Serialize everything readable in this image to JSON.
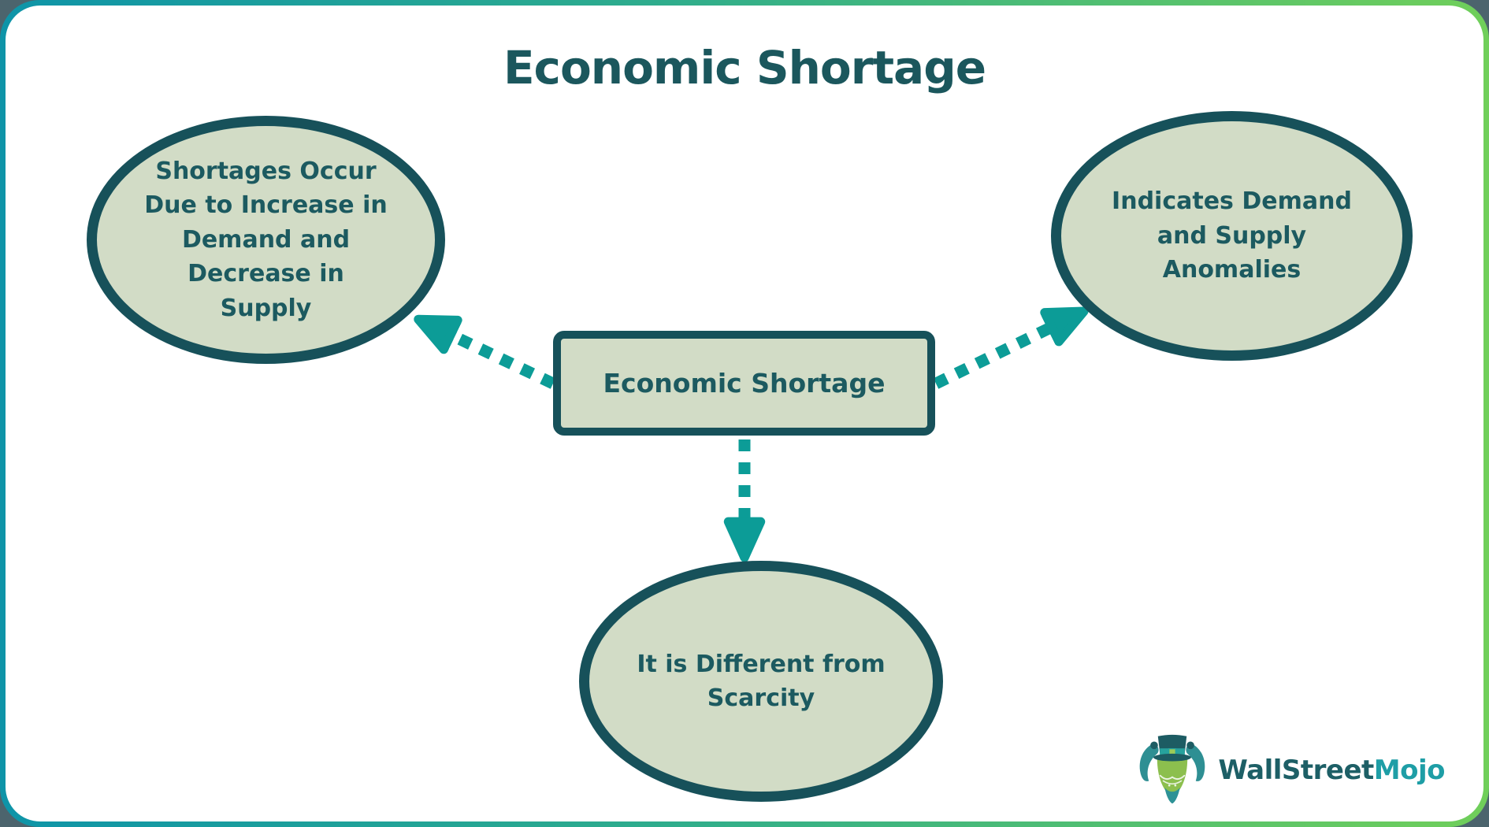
{
  "title": "Economic Shortage",
  "diagram": {
    "center_node": {
      "label": "Economic Shortage"
    },
    "nodes": [
      {
        "id": "causes",
        "label": "Shortages Occur\nDue to Increase in\nDemand and\nDecrease in\nSupply"
      },
      {
        "id": "indicates",
        "label": "Indicates Demand\nand Supply\nAnomalies"
      },
      {
        "id": "difference",
        "label": "It is Different from\nScarcity"
      }
    ],
    "connectors": [
      {
        "from": "center",
        "to": "causes",
        "style": "dashed-arrow"
      },
      {
        "from": "center",
        "to": "indicates",
        "style": "dashed-arrow"
      },
      {
        "from": "center",
        "to": "difference",
        "style": "dashed-arrow"
      }
    ]
  },
  "branding": {
    "logo_icon": "bull-with-top-hat-icon",
    "logo_primary": "WallStreet",
    "logo_secondary": "Mojo"
  },
  "colors": {
    "dark_teal_text": "#1C5A60",
    "node_border": "#17515A",
    "node_fill": "#D2DCC6",
    "arrow_teal": "#0C9C97",
    "frame_gradient_start": "#0E94A8",
    "frame_gradient_end": "#70CF5A",
    "outside_background": "#4C646D",
    "card_background": "#FFFFFF",
    "logo_primary_color": "#1D5F66",
    "logo_secondary_color": "#1E9EA6"
  }
}
